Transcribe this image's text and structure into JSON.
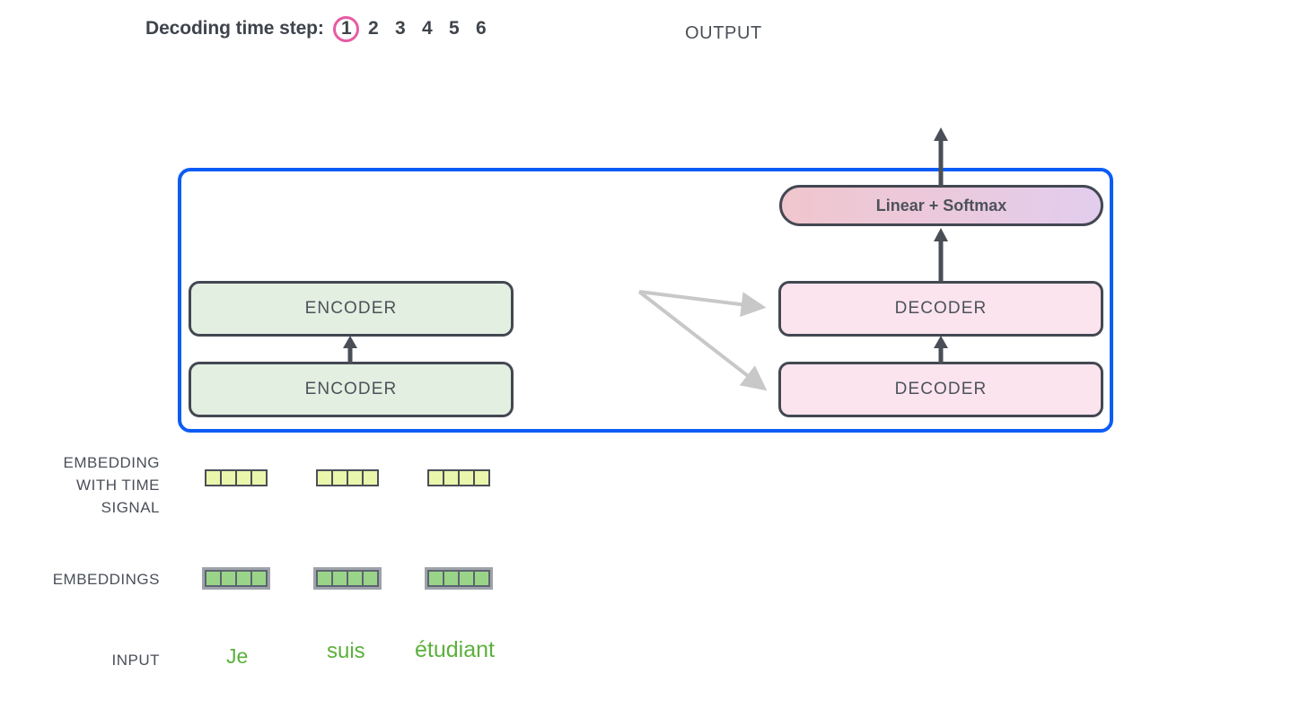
{
  "header": {
    "timestep_label": "Decoding time step:",
    "steps": [
      {
        "value": "1",
        "active": true
      },
      {
        "value": "2",
        "active": false
      },
      {
        "value": "3",
        "active": false
      },
      {
        "value": "4",
        "active": false
      },
      {
        "value": "5",
        "active": false
      },
      {
        "value": "6",
        "active": false
      }
    ],
    "output_label": "OUTPUT"
  },
  "model": {
    "border_color": "#0d5cf5",
    "encoders": [
      {
        "label": "ENCODER"
      },
      {
        "label": "ENCODER"
      }
    ],
    "decoders": [
      {
        "label": "DECODER"
      },
      {
        "label": "DECODER"
      }
    ],
    "linear_softmax": {
      "label": "Linear + Softmax",
      "gradient_from": "#f0c6ce",
      "gradient_to": "#e2cdee"
    },
    "encoder_fill": "#e2efe1",
    "decoder_fill": "#fbe4ee"
  },
  "rows": {
    "embedding_with_time_signal": {
      "label_lines": [
        "EMBEDDING",
        "WITH TIME",
        "SIGNAL"
      ],
      "label": "EMBEDDING WITH TIME SIGNAL",
      "cell_color": "#e9f6ab",
      "cells_per_block": 4,
      "blocks": 3
    },
    "embeddings": {
      "label": "EMBEDDINGS",
      "cell_color": "#9ad489",
      "cells_per_block": 4,
      "blocks": 3
    },
    "input": {
      "label": "INPUT",
      "word_color": "#5cb03c",
      "words": [
        "Je",
        "suis",
        "étudiant"
      ]
    }
  },
  "annotations": {
    "active_step_circle_color": "#e75ba3",
    "arrow_color": "#4a4f57",
    "cross_arrow_color": "#c8c8c8"
  }
}
